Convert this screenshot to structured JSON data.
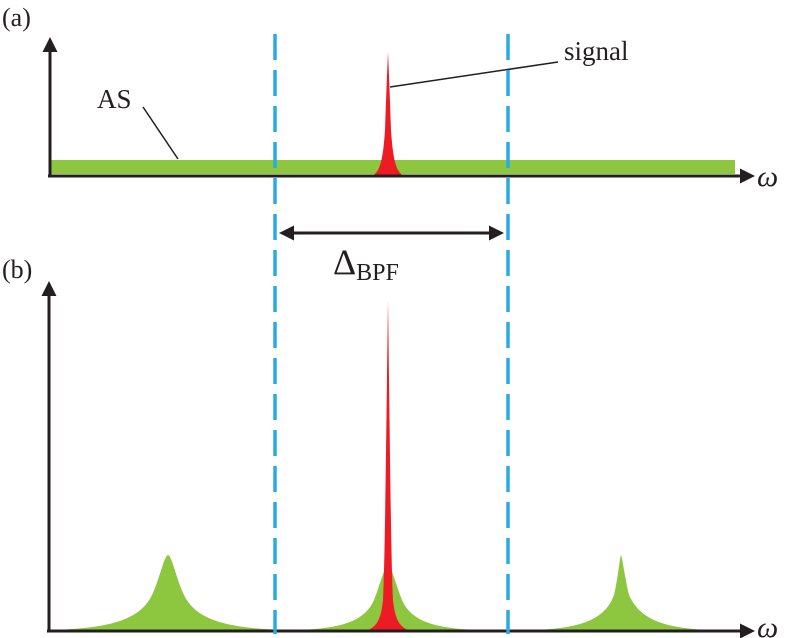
{
  "colors": {
    "axis": "#231f20",
    "as_green": "#8dc63f",
    "signal_red": "#ed1c24",
    "filter_blue": "#29abe2",
    "text": "#231f20"
  },
  "panel_a": {
    "label": "(a)",
    "x_axis_label": "ω",
    "as_label": "AS",
    "signal_label": "signal"
  },
  "bandpass": {
    "delta_symbol": "Δ",
    "subscript": "BPF"
  },
  "panel_b": {
    "label": "(b)",
    "x_axis_label": "ω"
  }
}
